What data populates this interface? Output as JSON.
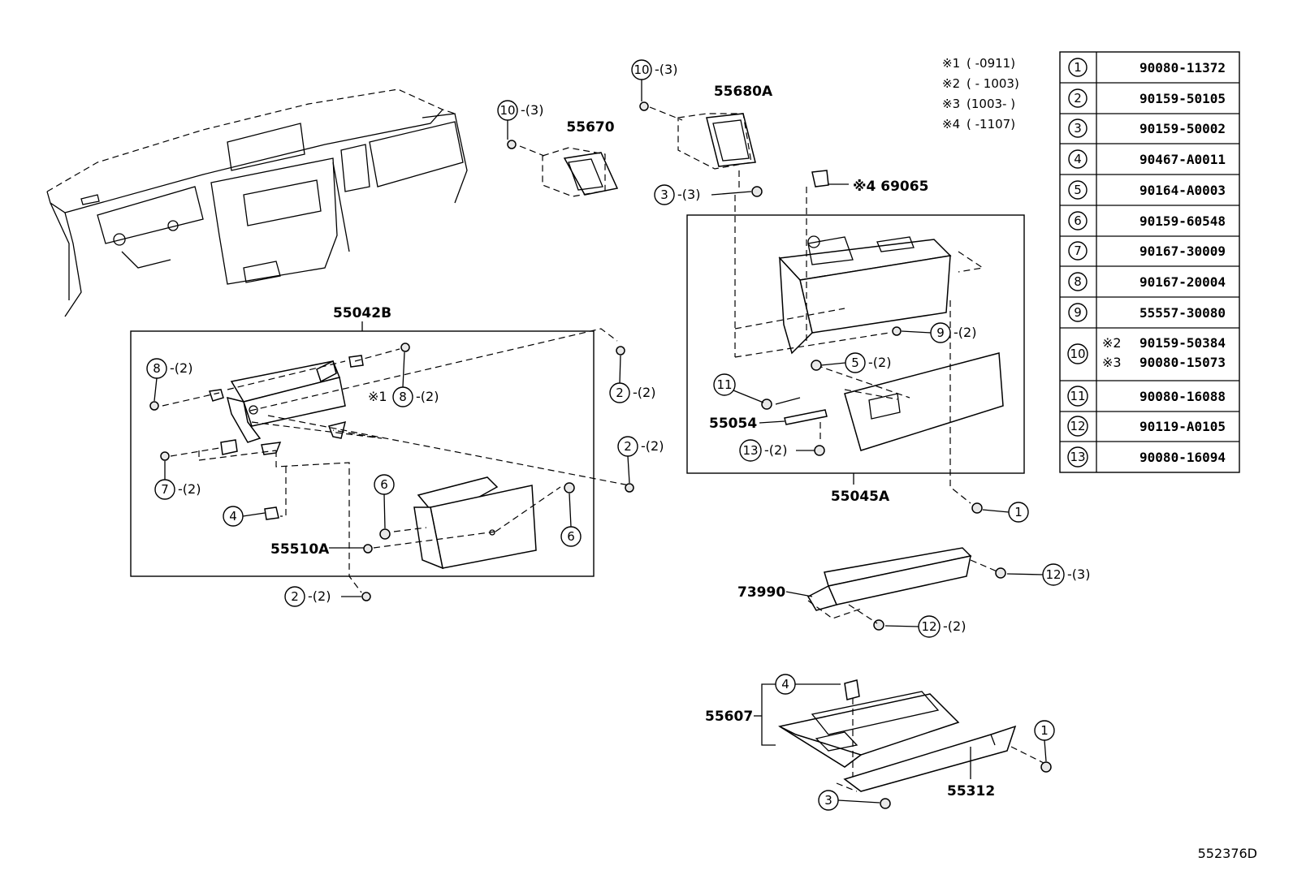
{
  "notes": [
    {
      "mark": "※1",
      "range": "(    -0911)"
    },
    {
      "mark": "※2",
      "range": "(    - 1003)"
    },
    {
      "mark": "※3",
      "range": "(1003-     )"
    },
    {
      "mark": "※4",
      "range": "(    -1107)"
    }
  ],
  "parts_table": [
    {
      "ref": "1",
      "part": "90080-11372"
    },
    {
      "ref": "2",
      "part": "90159-50105"
    },
    {
      "ref": "3",
      "part": "90159-50002"
    },
    {
      "ref": "4",
      "part": "90467-A0011"
    },
    {
      "ref": "5",
      "part": "90164-A0003"
    },
    {
      "ref": "6",
      "part": "90159-60548"
    },
    {
      "ref": "7",
      "part": "90167-30009"
    },
    {
      "ref": "8",
      "part": "90167-20004"
    },
    {
      "ref": "9",
      "part": "55557-30080"
    },
    {
      "ref": "10",
      "part_a_mark": "※2",
      "part_a": "90159-50384",
      "part_b_mark": "※3",
      "part_b": "90080-15073"
    },
    {
      "ref": "11",
      "part": "90080-16088"
    },
    {
      "ref": "12",
      "part": "90119-A0105"
    },
    {
      "ref": "13",
      "part": "90080-16094"
    }
  ],
  "labels": {
    "p55042B": "55042B",
    "p55670": "55670",
    "p55680A": "55680A",
    "p69065": "※4 69065",
    "p55045A": "55045A",
    "p55054": "55054",
    "p55510A": "55510A",
    "p73990": "73990",
    "p55607": "55607",
    "p55312": "55312"
  },
  "callouts": {
    "c10a": {
      "num": "10",
      "qty": "-(3)"
    },
    "c10b": {
      "num": "10",
      "qty": "-(3)"
    },
    "c3a": {
      "num": "3",
      "qty": "-(3)"
    },
    "c8a": {
      "num": "8",
      "qty": "-(2)"
    },
    "c8b": {
      "mark": "※1",
      "num": "8",
      "qty": "-(2)"
    },
    "c2a": {
      "num": "2",
      "qty": "-(2)"
    },
    "c2b": {
      "num": "2",
      "qty": "-(2)"
    },
    "c2c": {
      "num": "2",
      "qty": "-(2)"
    },
    "c7": {
      "num": "7",
      "qty": "-(2)"
    },
    "c4a": {
      "num": "4"
    },
    "c6a": {
      "num": "6"
    },
    "c6b": {
      "num": "6"
    },
    "c9": {
      "num": "9",
      "qty": "-(2)"
    },
    "c5": {
      "num": "5",
      "qty": "-(2)"
    },
    "c11": {
      "num": "11"
    },
    "c13": {
      "num": "13",
      "qty": "-(2)"
    },
    "c1a": {
      "num": "1"
    },
    "c12a": {
      "num": "12",
      "qty": "-(3)"
    },
    "c12b": {
      "num": "12",
      "qty": "-(2)"
    },
    "c4b": {
      "num": "4"
    },
    "c1b": {
      "num": "1"
    },
    "c3b": {
      "num": "3"
    }
  },
  "diagram_id": "552376D"
}
